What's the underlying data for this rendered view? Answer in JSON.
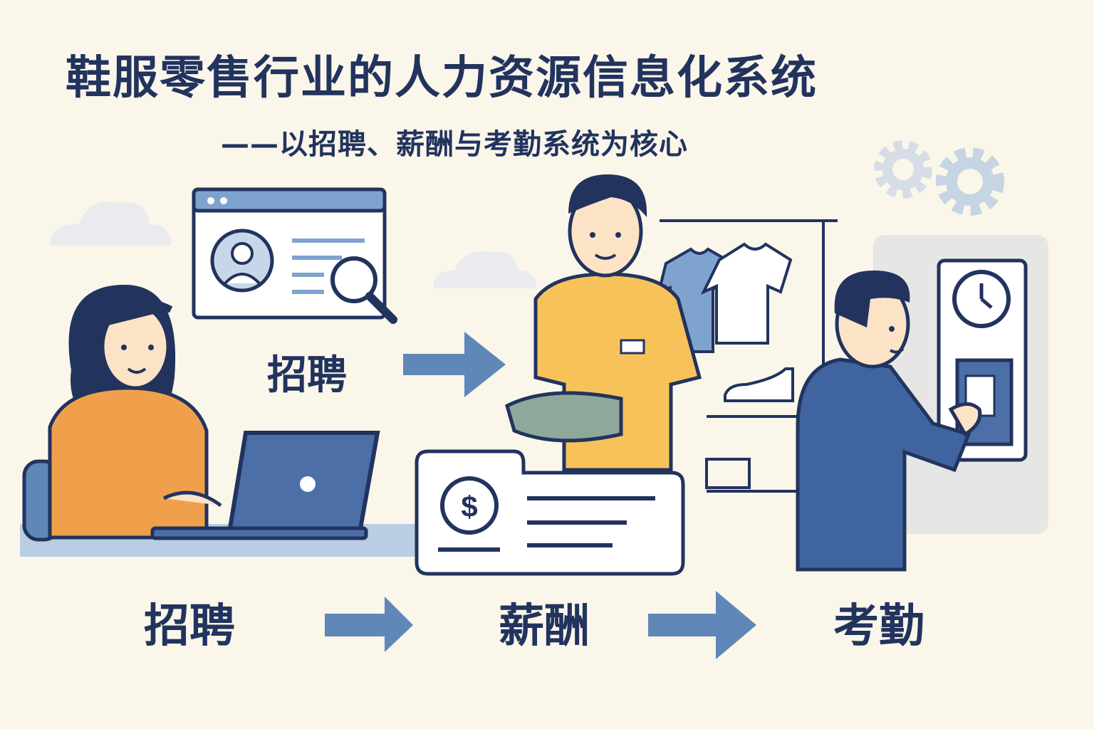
{
  "header": {
    "title": "鞋服零售行业的人力资源信息化系统",
    "subtitle": "——以招聘、薪酬与考勤系统为核心"
  },
  "scene": {
    "recruit_label": "招聘"
  },
  "flow": {
    "steps": [
      "招聘",
      "薪酬",
      "考勤"
    ]
  },
  "icons": {
    "payslip_currency": "$"
  },
  "colors": {
    "background": "#faf6ea",
    "navy": "#22335e",
    "accent_blue": "#5f88b8",
    "orange": "#f0a04b",
    "yellow": "#f8c25a"
  }
}
